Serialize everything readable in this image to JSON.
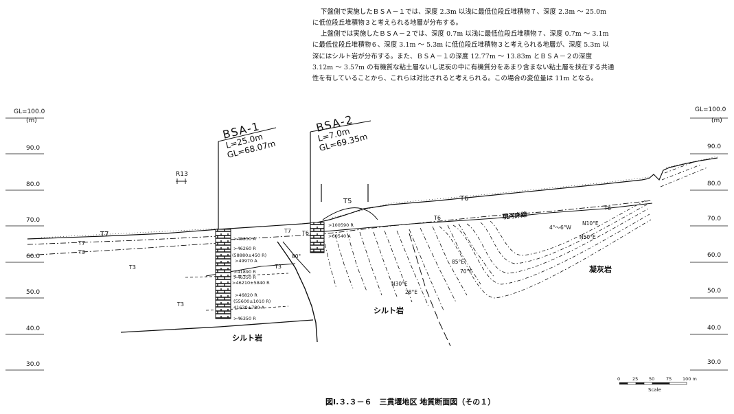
{
  "description": {
    "paragraph1": "下盤側で実施したＢＳＡ－１では、深度 2.3m 以浅に最低位段丘堆積物７、深度 2.3m ～ 25.0m に低位段丘堆積物３と考えられる地層が分布する。",
    "paragraph2": "上盤側では実施したＢＳＡ－２では、深度 0.7m 以浅に最低位段丘堆積物７、深度 0.7m ～ 3.1m に最低位段丘堆積物６、深度 3.1m ～ 5.3m に低位段丘堆積物３と考えられる地層が、深度 5.3m 以深にはシルト岩が分布する。また、ＢＳＡ－１の深度 12.77m ～ 13.83m とＢＳＡ－２の深度 3.12m ～ 3.57m の有機質な粘土層ないし泥炭の中に有機質分をあまり含まない粘土層を挟在する共通性を有していることから、これらは対比されると考えられる。この場合の変位量は 11m となる。"
  },
  "axis": {
    "elevation_label": "GL=100.0",
    "unit_label": "(m)",
    "ticks": [
      "90.0",
      "80.0",
      "70.0",
      "60.0",
      "50.0",
      "40.0",
      "30.0"
    ]
  },
  "boreholes": [
    {
      "name": "BSA-1",
      "length": "L=25.0m",
      "gl": "GL=68.07m"
    },
    {
      "name": "BSA-2",
      "length": "L=7.0m",
      "gl": "GL=69.35m"
    }
  ],
  "section_marker": "R13",
  "units": {
    "t7_left": "T7",
    "t7_dashed": "T7",
    "t3_dashed": "T3",
    "t3_a": "T3",
    "t3_b": "T3",
    "t3_c": "T3",
    "t7_borehole": "T7",
    "t6_borehole": "T6",
    "t5": "T5",
    "t6_upper": "T6",
    "t6_mid": "T6",
    "t6_right": "T6"
  },
  "rock_labels": {
    "siltstone_1": "シルト岩",
    "siltstone_2": "シルト岩",
    "tuff": "凝灰岩",
    "riverbed": "現河床線"
  },
  "dips": {
    "d80": "80°",
    "d85e": "85°E",
    "d70e": "70°E",
    "n30e": "N30°E",
    "d28e": "28°E",
    "d4": "4°～6°W",
    "n10e": "N10°E",
    "n50e": "N50°E"
  },
  "ages": {
    "a1": ">48350 A",
    "a2": ">46260 R",
    "a3": "(58880±450 R)",
    "a4": ">49970 A",
    "a5": ">41890 R",
    "a6": ">46350 R",
    "a7": ">46210±5840 R",
    "a8": ">46820 R",
    "a9": "(55600±1010 R)",
    "a10": "41630±780 A",
    "a11": ">46350 R",
    "b1": ">100590 R",
    "b2": ">60540 A"
  },
  "scale": {
    "ticks": [
      "0",
      "25",
      "50",
      "75",
      "100 m"
    ],
    "label": "Scale"
  },
  "caption": "図Ⅰ.３.３－６　三貫堰地区 地質断面図（その１）"
}
